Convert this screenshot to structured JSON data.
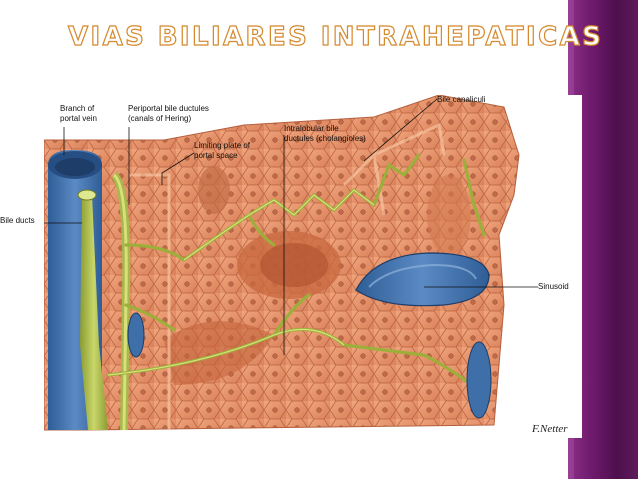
{
  "slide": {
    "title": "VIAS BILIARES INTRAHEPATICAS"
  },
  "figure": {
    "labels": {
      "branch_of_portal_vein": "Branch of\nportal vein",
      "periportal_bile_ductules": "Periportal bile ductules\n(canals of Hering)",
      "limiting_plate": "Limiting plate of\nportal space",
      "intralobular_bile_ductules": "Intralobular bile\nductules (cholangioles)",
      "bile_canaliculi": "Bile canaliculi",
      "bile_ducts": "Bile ducts",
      "sinusoid": "Sinusoid"
    },
    "signature": "F.Netter"
  },
  "colors": {
    "accent_bar": "#6e1a6c",
    "title_outline": "#d58a2e",
    "tissue": "#e8946a",
    "bile_duct": "#a8b84a",
    "vein": "#3f6fa8"
  }
}
